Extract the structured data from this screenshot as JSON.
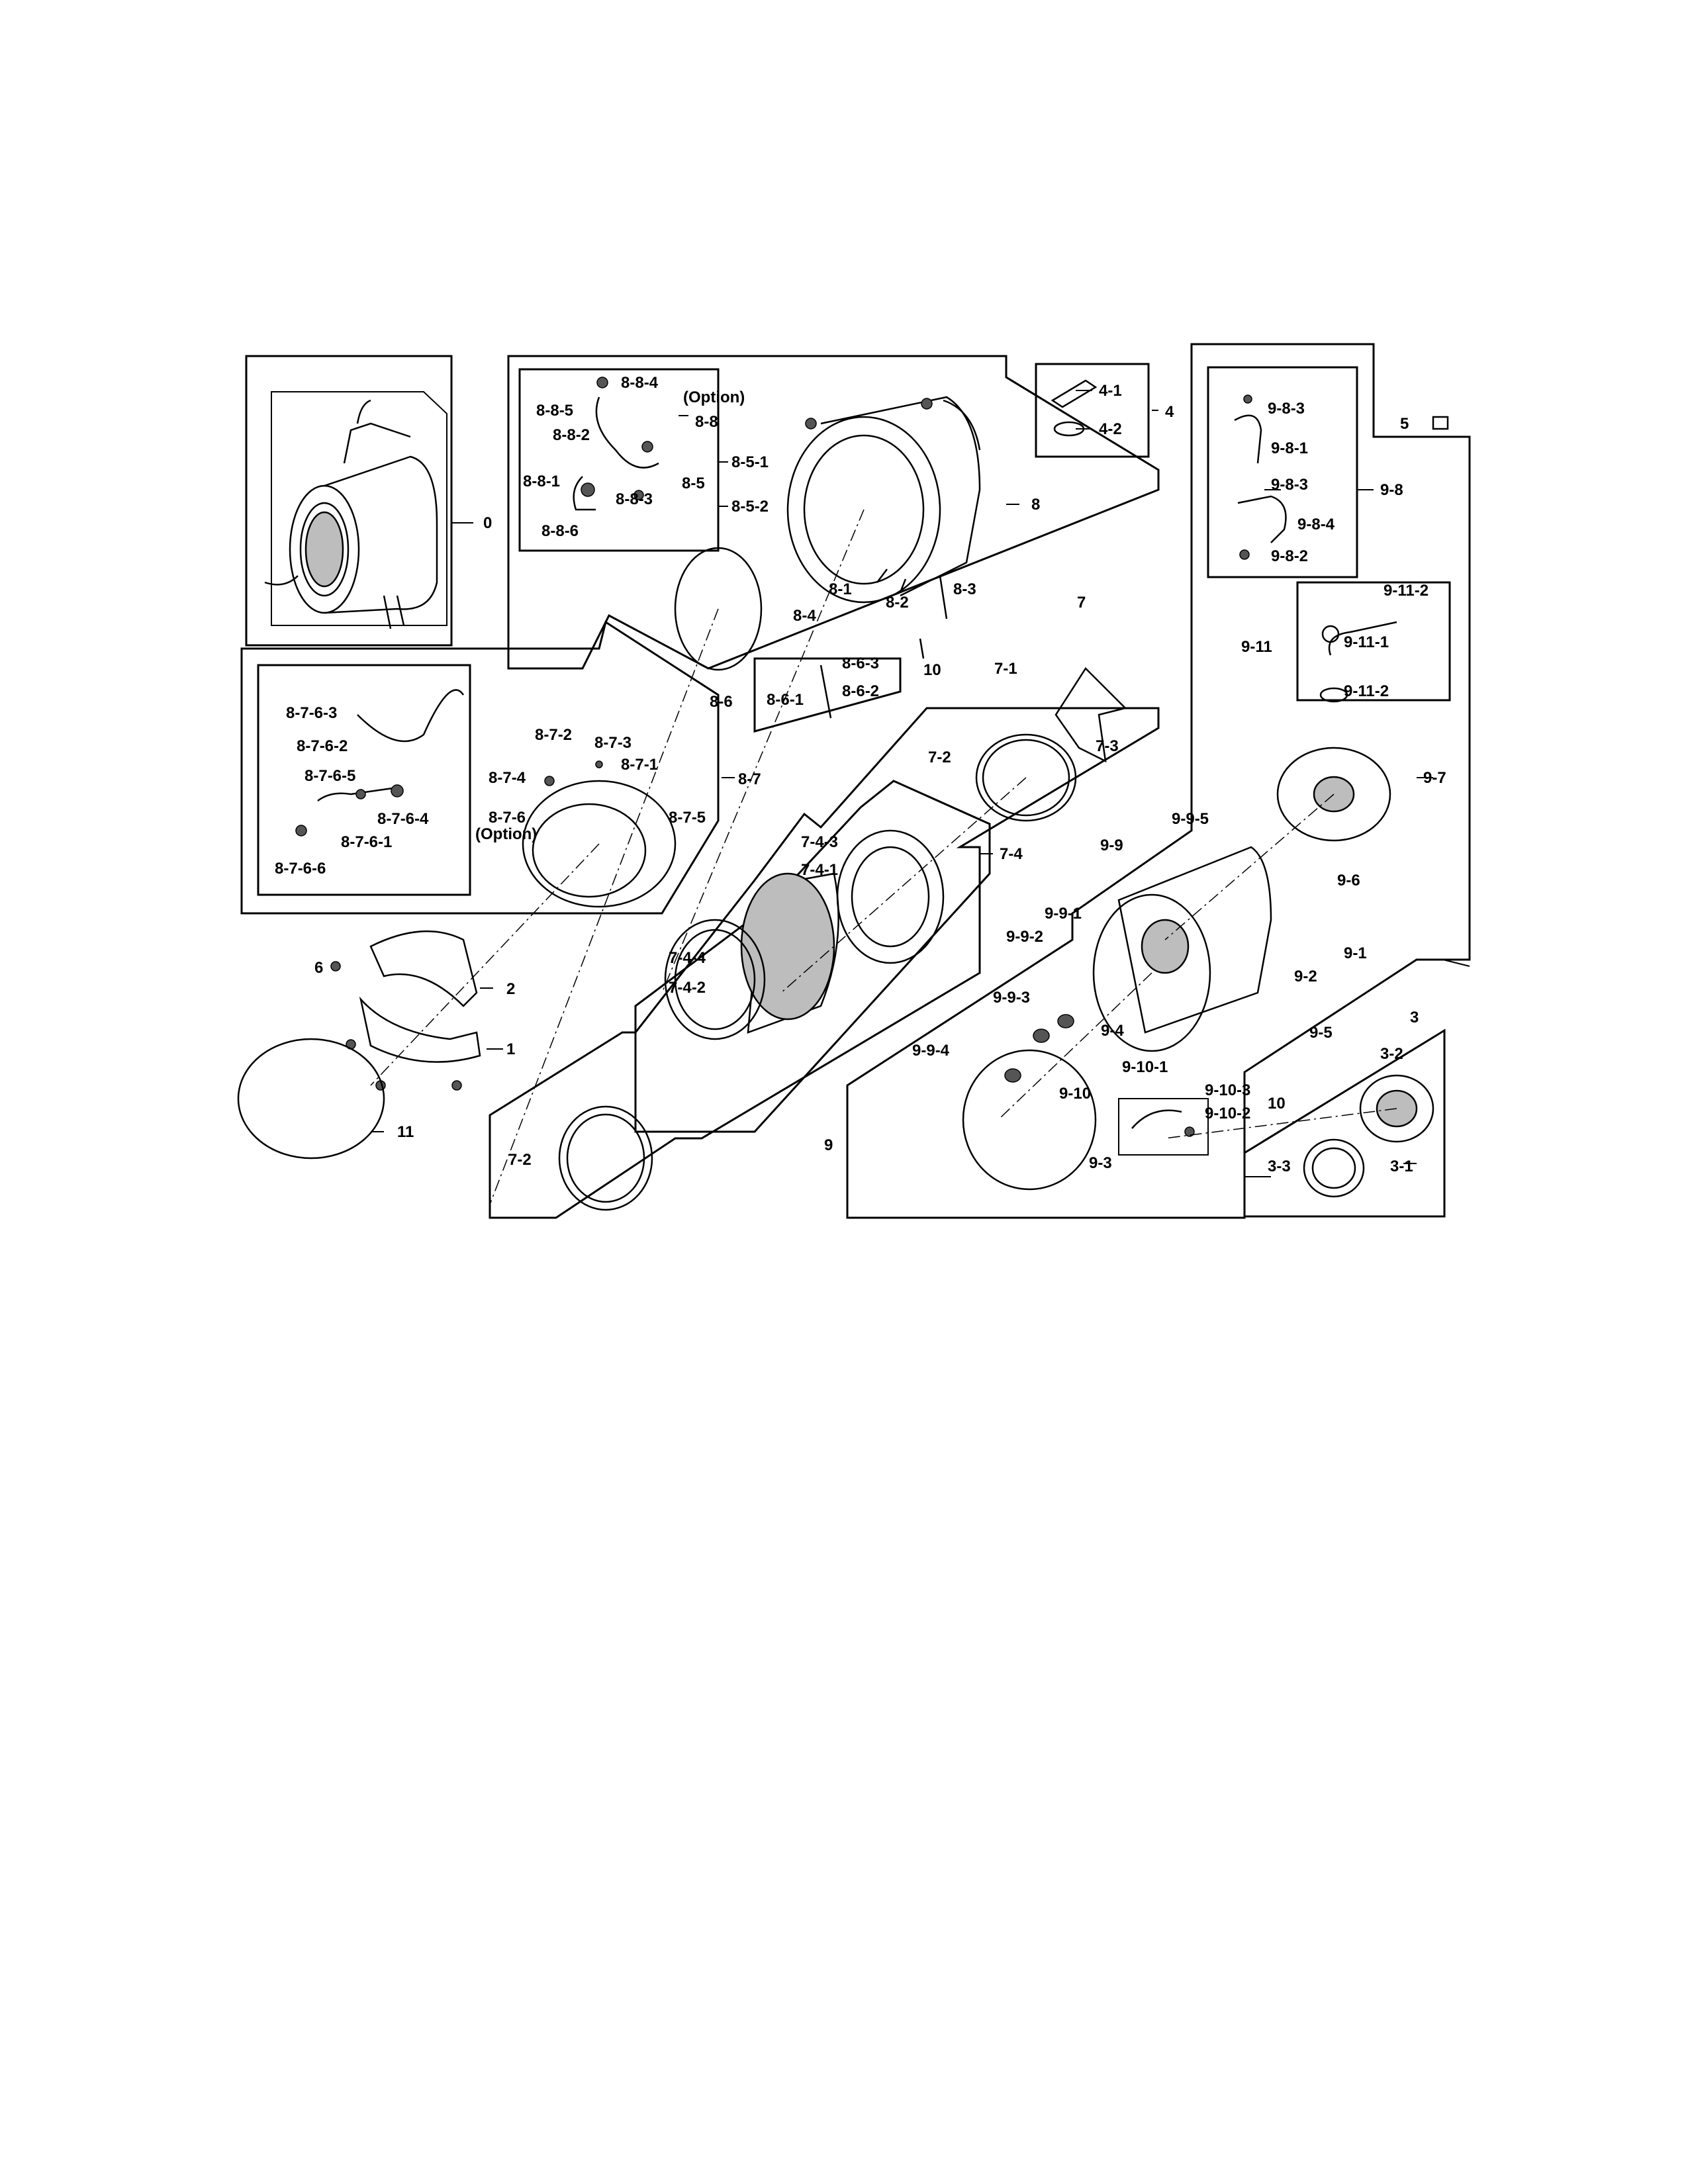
{
  "labels": {
    "l0": "0",
    "l1": "1",
    "l2": "2",
    "l3": "3",
    "l3_1": "3-1",
    "l3_2": "3-2",
    "l3_3": "3-3",
    "l4": "4",
    "l4_1": "4-1",
    "l4_2": "4-2",
    "l5": "5",
    "l6": "6",
    "l7": "7",
    "l7_1": "7-1",
    "l7_2a": "7-2",
    "l7_2b": "7-2",
    "l7_3": "7-3",
    "l7_4": "7-4",
    "l7_4_1": "7-4-1",
    "l7_4_2": "7-4-2",
    "l7_4_3": "7-4-3",
    "l7_4_4": "7-4-4",
    "l8": "8",
    "l8_1": "8-1",
    "l8_2": "8-2",
    "l8_3": "8-3",
    "l8_4": "8-4",
    "l8_5": "8-5",
    "l8_5_1": "8-5-1",
    "l8_5_2": "8-5-2",
    "l8_6": "8-6",
    "l8_6_1": "8-6-1",
    "l8_6_2": "8-6-2",
    "l8_6_3": "8-6-3",
    "l8_7": "8-7",
    "l8_7_1": "8-7-1",
    "l8_7_2": "8-7-2",
    "l8_7_3": "8-7-3",
    "l8_7_4": "8-7-4",
    "l8_7_5": "8-7-5",
    "l8_7_6": "8-7-6",
    "l8_7_6_opt": "(Option)",
    "l8_7_6_1": "8-7-6-1",
    "l8_7_6_2": "8-7-6-2",
    "l8_7_6_3": "8-7-6-3",
    "l8_7_6_4": "8-7-6-4",
    "l8_7_6_5": "8-7-6-5",
    "l8_7_6_6": "8-7-6-6",
    "l8_8": "8-8",
    "l8_8_opt": "(Option)",
    "l8_8_1": "8-8-1",
    "l8_8_2": "8-8-2",
    "l8_8_3": "8-8-3",
    "l8_8_4": "8-8-4",
    "l8_8_5": "8-8-5",
    "l8_8_6": "8-8-6",
    "l9": "9",
    "l9_1": "9-1",
    "l9_2": "9-2",
    "l9_3": "9-3",
    "l9_4": "9-4",
    "l9_5": "9-5",
    "l9_6": "9-6",
    "l9_7": "9-7",
    "l9_8": "9-8",
    "l9_8_1": "9-8-1",
    "l9_8_2": "9-8-2",
    "l9_8_3a": "9-8-3",
    "l9_8_3b": "9-8-3",
    "l9_8_4": "9-8-4",
    "l9_9": "9-9",
    "l9_9_1": "9-9-1",
    "l9_9_2": "9-9-2",
    "l9_9_3": "9-9-3",
    "l9_9_4": "9-9-4",
    "l9_9_5": "9-9-5",
    "l9_10": "9-10",
    "l9_10_1": "9-10-1",
    "l9_10_2": "9-10-2",
    "l9_10_3": "9-10-3",
    "l9_11": "9-11",
    "l9_11_1": "9-11-1",
    "l9_11_2a": "9-11-2",
    "l9_11_2b": "9-11-2",
    "l10a": "10",
    "l10b": "10",
    "l11": "11"
  }
}
